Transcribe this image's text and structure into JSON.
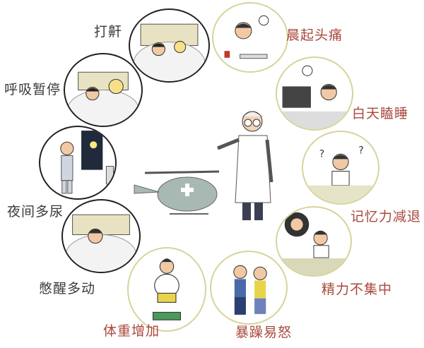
{
  "symptoms_left": [
    {
      "label": "打鼾",
      "icon": "snoring-couple-in-bed"
    },
    {
      "label": "呼吸暂停",
      "icon": "apnea-couple-in-bed"
    },
    {
      "label": "夜间多尿",
      "icon": "night-urination"
    },
    {
      "label": "憋醒多动",
      "icon": "waking-restless-in-bed"
    },
    {
      "label": "体重增加",
      "icon": "person-on-scale"
    }
  ],
  "symptoms_right": [
    {
      "label": "晨起头痛",
      "icon": "morning-headache"
    },
    {
      "label": "白天瞌睡",
      "icon": "daytime-sleepy-at-computer"
    },
    {
      "label": "记忆力减退",
      "icon": "memory-loss"
    },
    {
      "label": "精力不集中",
      "icon": "poor-concentration"
    },
    {
      "label": "暴躁易怒",
      "icon": "irritable-fight"
    }
  ],
  "center": {
    "icons": [
      "doctor",
      "medical-helicopter"
    ]
  },
  "colors": {
    "left_label": "#3a3a3a",
    "right_label": "#a9473a",
    "left_border": "#222222",
    "right_border": "#d7d49a"
  }
}
